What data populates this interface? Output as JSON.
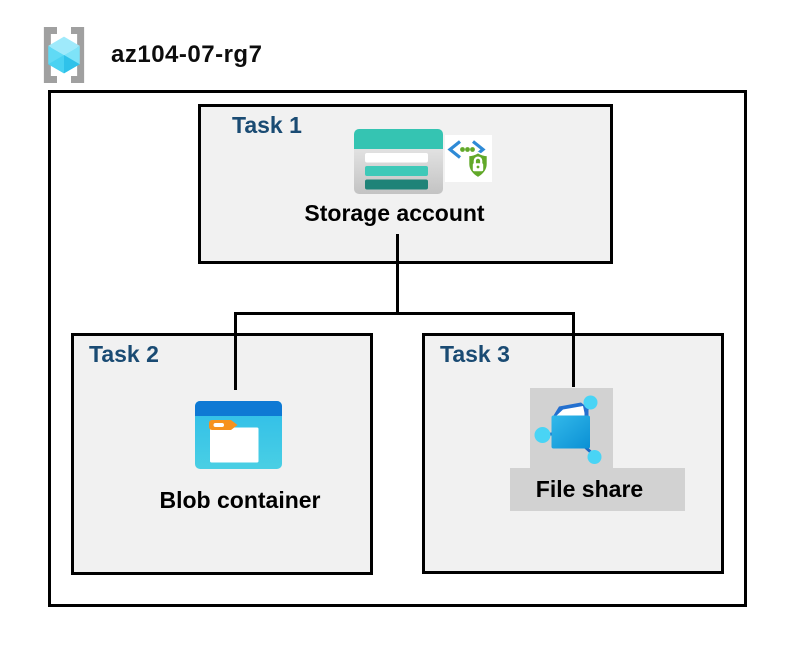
{
  "header": {
    "icon": "resource-group-icon",
    "title": "az104-07-rg7"
  },
  "diagram": {
    "resource_group_name": "az104-07-rg7",
    "tasks": [
      {
        "label": "Task 1",
        "item": "Storage account",
        "icons": [
          "storage-account-icon",
          "secure-access-icon"
        ]
      },
      {
        "label": "Task 2",
        "item": "Blob container",
        "icons": [
          "blob-container-icon"
        ]
      },
      {
        "label": "Task 3",
        "item": "File share",
        "icons": [
          "file-share-icon"
        ],
        "highlighted": true
      }
    ],
    "connections": [
      {
        "from": "Storage account",
        "to": "Blob container"
      },
      {
        "from": "Storage account",
        "to": "File share"
      }
    ]
  },
  "colors": {
    "task_label_navy": "#1a4b73",
    "box_background": "#f1f1f1",
    "line_black": "#000000",
    "storage_teal": "#35c4b2",
    "storage_teal_mid": "#3ec9b8",
    "storage_teal_dark": "#1f8378",
    "blob_band_blue": "#0e79d4",
    "blob_body_cyan": "#38c4ea",
    "tab_orange": "#f6921e",
    "shield_green": "#61a829",
    "bracket_blue": "#2e8ad6",
    "file_share_flap_blue": "#2470cf",
    "file_share_body_blue": "#1b9fdd",
    "node_cyan": "#49d4f5",
    "highlight_gray": "#d2d2d2",
    "cube_cyan": "#5fdaf5",
    "bracket_gray": "#a0a0a0"
  }
}
